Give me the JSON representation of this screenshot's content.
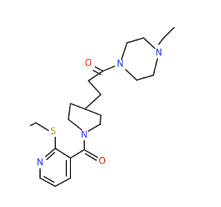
{
  "colors": {
    "bond": "#3a3a3a",
    "oxygen": "#e8220c",
    "nitrogen": "#2233ee",
    "sulfur": "#b59a00",
    "background": "#ffffff"
  },
  "atoms": {
    "o_upper": "O",
    "n_piperazine_right": "N",
    "n_piperazine_left": "N",
    "n_piperidine": "N",
    "o_lower": "O",
    "s_thioether": "S",
    "n_pyridine": "N"
  }
}
